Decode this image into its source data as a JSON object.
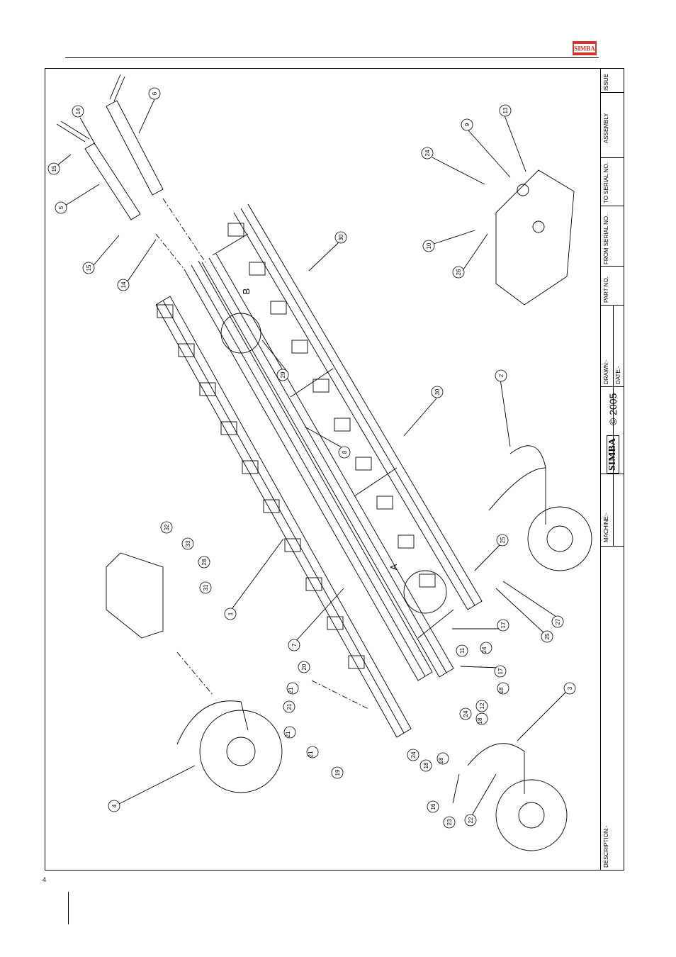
{
  "title_block": {
    "issue": "ISSUE",
    "assembly": "ASSEMBLY",
    "to_serial": "TO SERIAL NO.",
    "from_serial": "FROM SERIAL NO.",
    "part_no": "PART NO.",
    "drawn": "DRAWN:-",
    "date": "DATE:-",
    "copyright": "© 2005",
    "brand": "SIMBA",
    "machine": "MACHINE:-",
    "description": "DESCRIPTION:-"
  },
  "views": [
    "A",
    "B"
  ],
  "balloons": [
    {
      "n": "6"
    },
    {
      "n": "14"
    },
    {
      "n": "15"
    },
    {
      "n": "5"
    },
    {
      "n": "15"
    },
    {
      "n": "14"
    },
    {
      "n": "30"
    },
    {
      "n": "13"
    },
    {
      "n": "9"
    },
    {
      "n": "24"
    },
    {
      "n": "10"
    },
    {
      "n": "26"
    },
    {
      "n": "29"
    },
    {
      "n": "30"
    },
    {
      "n": "2"
    },
    {
      "n": "8"
    },
    {
      "n": "32"
    },
    {
      "n": "33"
    },
    {
      "n": "28"
    },
    {
      "n": "31"
    },
    {
      "n": "1"
    },
    {
      "n": "25"
    },
    {
      "n": "27"
    },
    {
      "n": "25"
    },
    {
      "n": "17"
    },
    {
      "n": "7"
    },
    {
      "n": "11"
    },
    {
      "n": "24"
    },
    {
      "n": "17"
    },
    {
      "n": "18"
    },
    {
      "n": "12"
    },
    {
      "n": "20"
    },
    {
      "n": "21"
    },
    {
      "n": "21"
    },
    {
      "n": "21"
    },
    {
      "n": "21"
    },
    {
      "n": "3"
    },
    {
      "n": "24"
    },
    {
      "n": "18"
    },
    {
      "n": "24"
    },
    {
      "n": "18"
    },
    {
      "n": "18"
    },
    {
      "n": "19"
    },
    {
      "n": "4"
    },
    {
      "n": "16"
    },
    {
      "n": "23"
    },
    {
      "n": "22"
    }
  ],
  "page_number": "4",
  "colors": {
    "brand": "#c8382c",
    "line": "#000000"
  }
}
